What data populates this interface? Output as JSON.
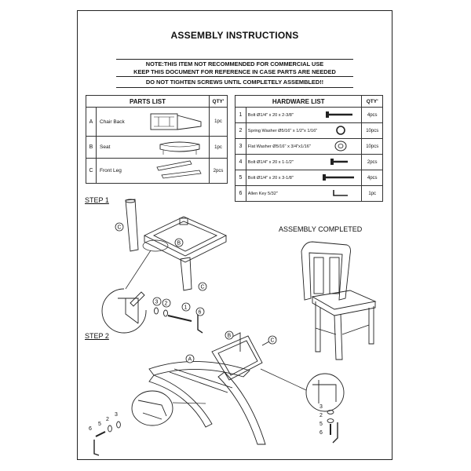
{
  "title": "ASSEMBLY INSTRUCTIONS",
  "notes": {
    "line1": "NOTE:THIS ITEM NOT RECOMMENDED FOR COMMERCIAL USE",
    "line2": "KEEP THIS DOCUMENT FOR REFERENCE IN CASE PARTS ARE NEEDED",
    "line3": "DO NOT TIGHTEN SCREWS UNTIL COMPLETELY ASSEMBLED!!"
  },
  "parts_list": {
    "header": "PARTS LIST",
    "qty_header": "QTY'",
    "items": [
      {
        "letter": "A",
        "name": "Chair Back",
        "qty": "1pc"
      },
      {
        "letter": "B",
        "name": "Seat",
        "qty": "1pc"
      },
      {
        "letter": "C",
        "name": "Front Leg",
        "qty": "2pcs"
      }
    ]
  },
  "hardware_list": {
    "header": "HARDWARE LIST",
    "qty_header": "QTY'",
    "items": [
      {
        "num": "1",
        "name": "Bolt Ø1/4\" x 20 x 2-3/8\"",
        "qty": "4pcs"
      },
      {
        "num": "2",
        "name": "Spring Washer Ø5/16\" x 1/2\"x 1/16\"",
        "qty": "10pcs"
      },
      {
        "num": "3",
        "name": "Flat Washer Ø5/16\" x 3/4\"x1/16\"",
        "qty": "10pcs"
      },
      {
        "num": "4",
        "name": "Bolt Ø1/4\" x 20 x 1-1/2\"",
        "qty": "2pcs"
      },
      {
        "num": "5",
        "name": "Bolt Ø1/4\" x 20 x 3-1/8\"",
        "qty": "4pcs"
      },
      {
        "num": "6",
        "name": "Allen Key 5/32\"",
        "qty": "1pc"
      }
    ]
  },
  "steps": {
    "step1": "STEP 1",
    "step2": "STEP 2",
    "completed": "ASSEMBLY COMPLETED"
  },
  "callouts": {
    "a": "A",
    "b": "B",
    "c": "C",
    "n1": "1",
    "n2": "2",
    "n3": "3",
    "n5": "5",
    "n6": "6"
  }
}
